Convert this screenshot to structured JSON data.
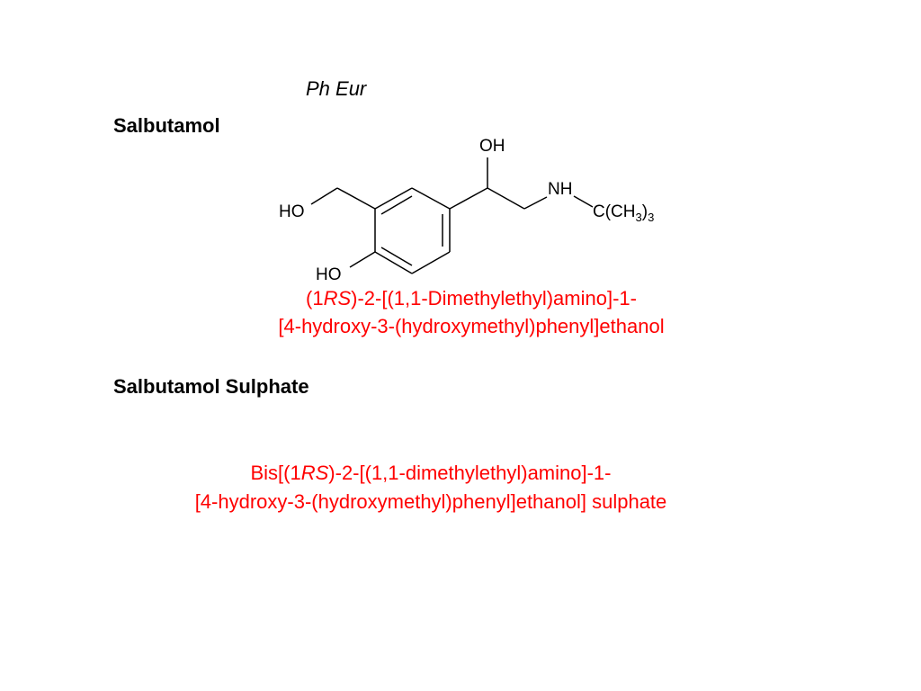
{
  "source": "Ph Eur",
  "compound": {
    "name": "Salbutamol",
    "iupac_line1": {
      "pre": "(1",
      "ital": "RS",
      "post": ")-2-[(1,1-Dimethylethyl)amino]-1-"
    },
    "iupac_line2": "[4-hydroxy-3-(hydroxymethyl)phenyl]ethanol"
  },
  "structure": {
    "oh_top": "OH",
    "nh": "NH",
    "ho_left": "HO",
    "ho_bottom": "HO",
    "tbutyl": {
      "base": "C(CH",
      "sub1": "3",
      "close": ")",
      "sub2": "3"
    }
  },
  "salt": {
    "name": "Salbutamol Sulphate",
    "iupac_line1": {
      "pre": "Bis[(1",
      "ital": "RS",
      "post": ")-2-[(1,1-dimethylethyl)amino]-1-"
    },
    "iupac_line2": "[4-hydroxy-3-(hydroxymethyl)phenyl]ethanol] sulphate"
  },
  "colors": {
    "name_text": "#ff0000"
  }
}
